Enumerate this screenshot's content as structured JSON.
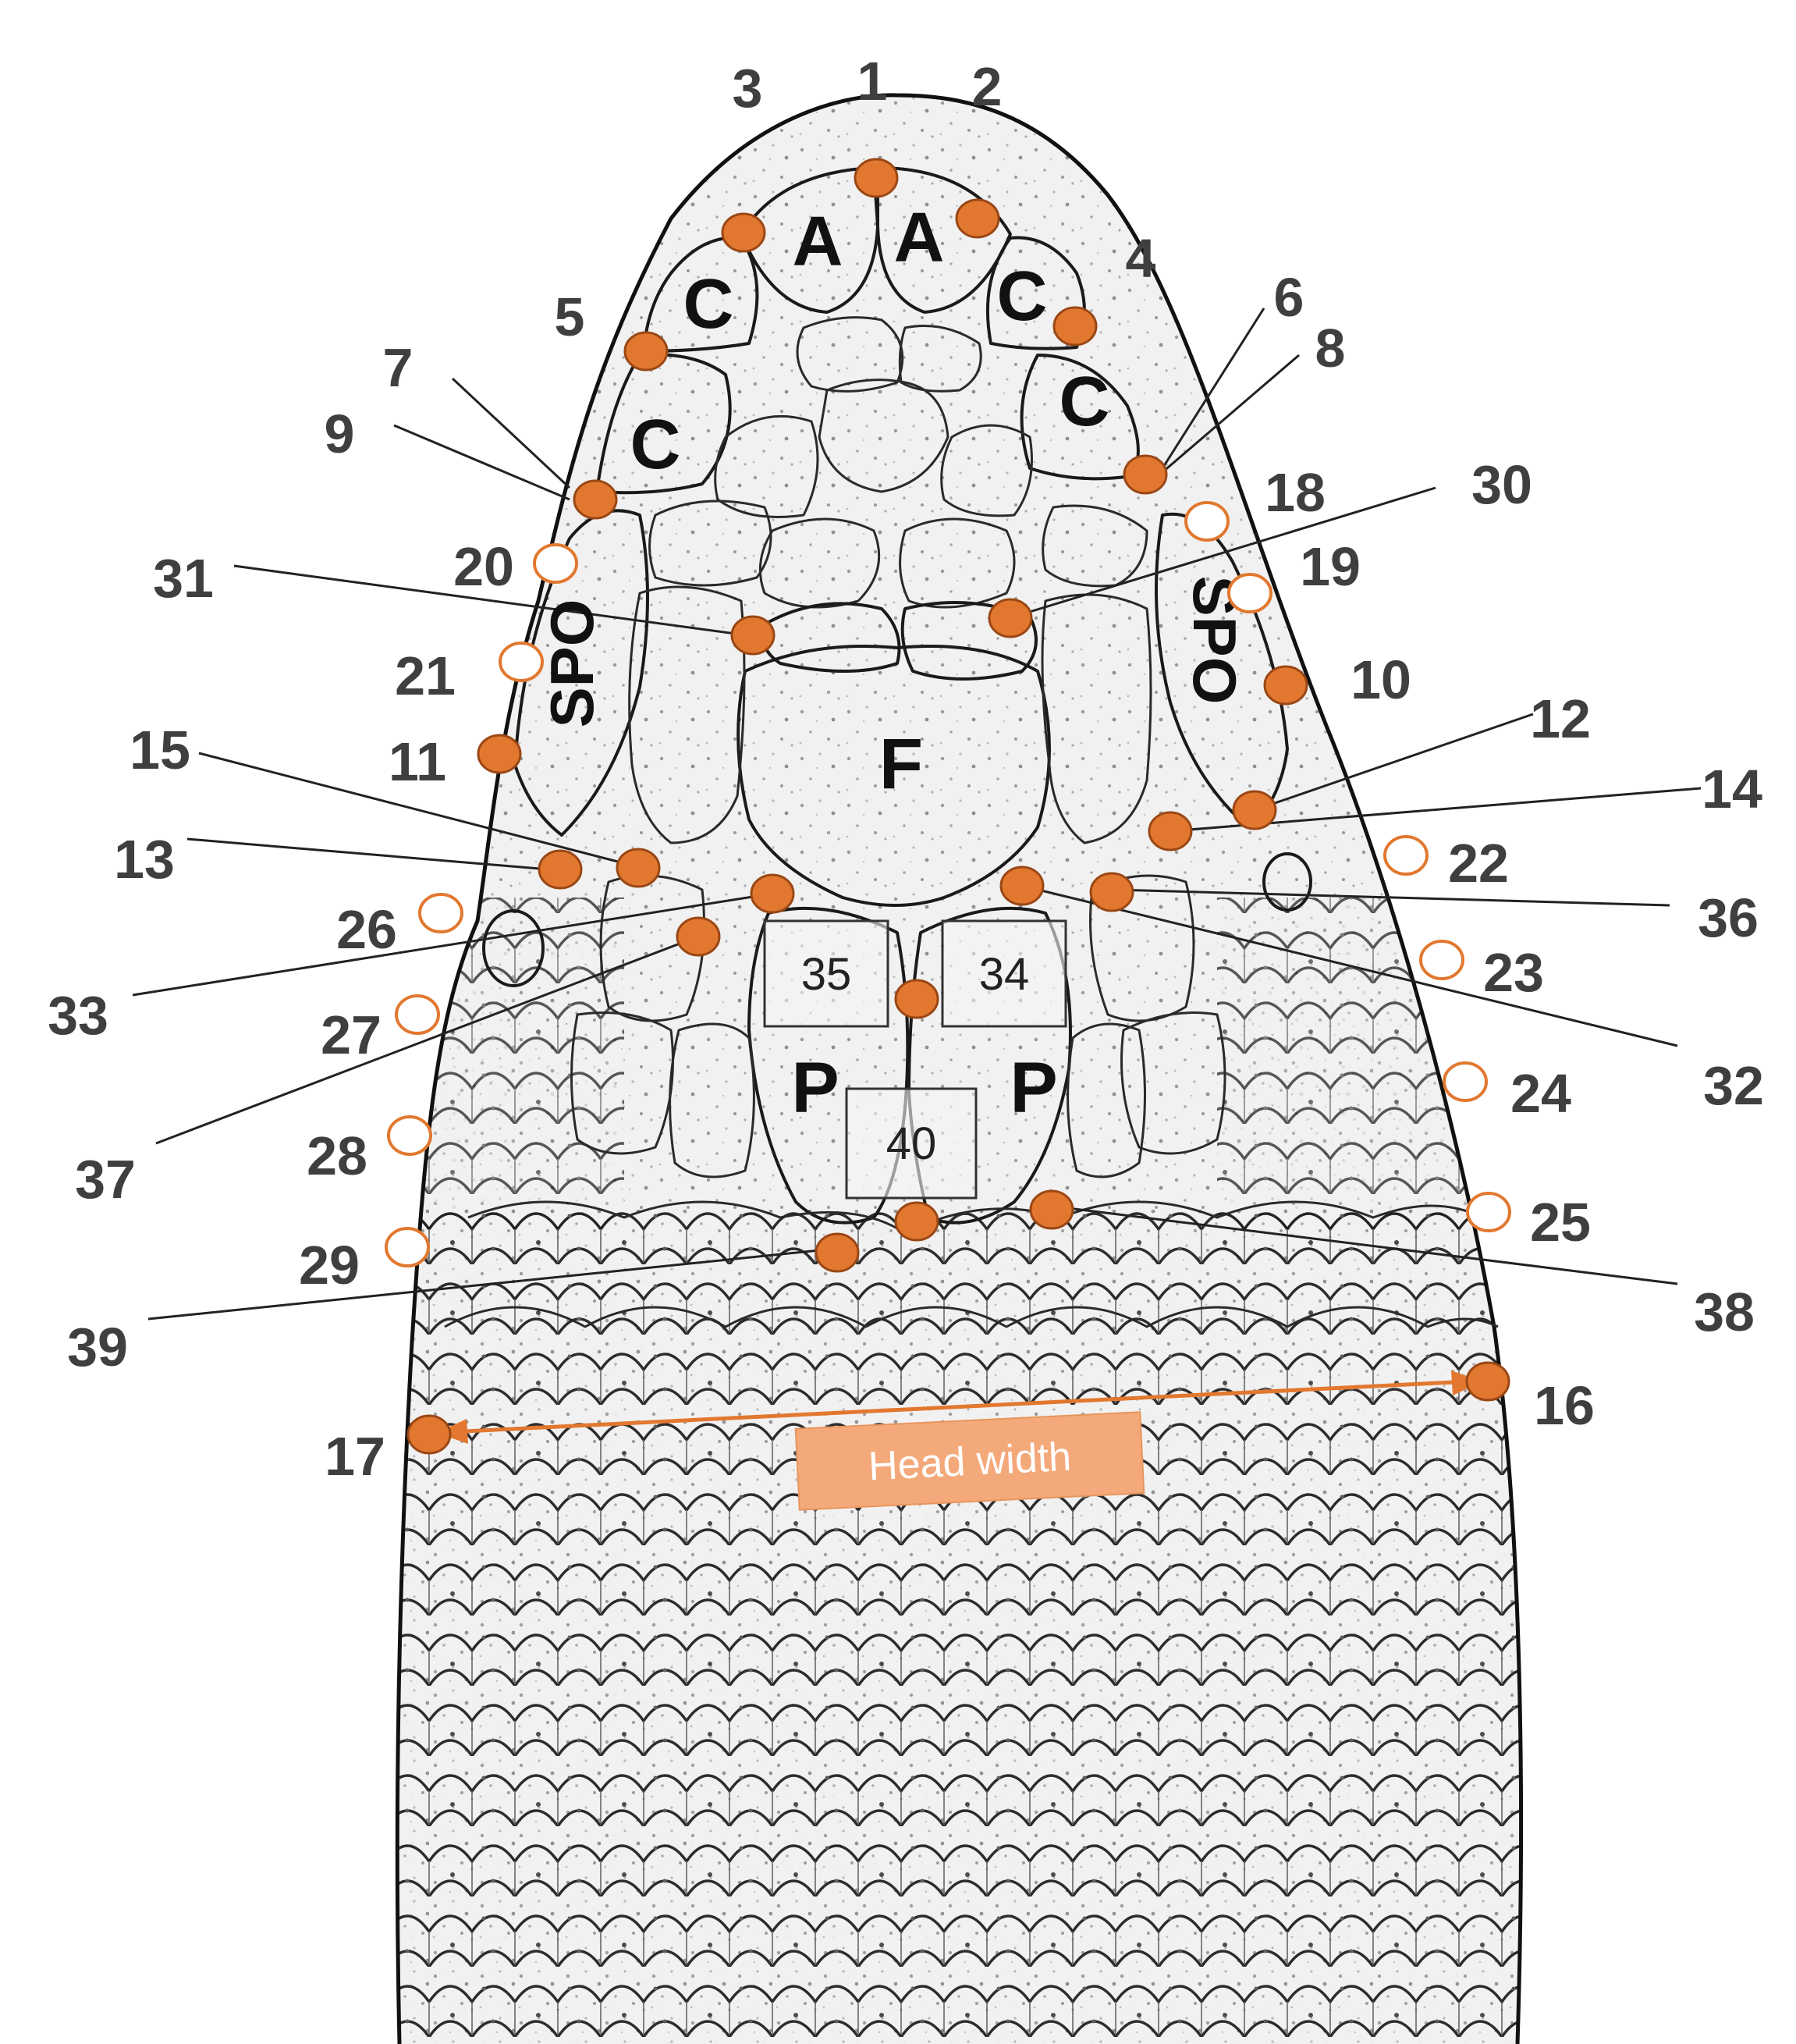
{
  "colors": {
    "filled_marker": "#E2782F",
    "marker_stroke": "#9A4715",
    "open_marker_stroke": "#E2782F",
    "head_width_bar": "#F4A97A",
    "label_text": "#3F3F3F"
  },
  "scale_labels": {
    "A_left": "A",
    "A_right": "A",
    "C_upper_left": "C",
    "C_upper_right": "C",
    "C_lower_left": "C",
    "C_lower_right": "C",
    "SPO_left": "SPO",
    "SPO_right": "SPO",
    "F": "F",
    "P_left": "P",
    "P_right": "P"
  },
  "landmarks": [
    {
      "id": "1",
      "label": "1",
      "type": "filled"
    },
    {
      "id": "2",
      "label": "2",
      "type": "filled"
    },
    {
      "id": "3",
      "label": "3",
      "type": "filled"
    },
    {
      "id": "4",
      "label": "4",
      "type": "filled"
    },
    {
      "id": "5",
      "label": "5",
      "type": "filled"
    },
    {
      "id": "6",
      "label": "6",
      "type": "filled"
    },
    {
      "id": "7",
      "label": "7",
      "type": "filled"
    },
    {
      "id": "8",
      "label": "8",
      "type": "filled"
    },
    {
      "id": "9",
      "label": "9",
      "type": "filled"
    },
    {
      "id": "10",
      "label": "10",
      "type": "filled"
    },
    {
      "id": "11",
      "label": "11",
      "type": "filled"
    },
    {
      "id": "12",
      "label": "12",
      "type": "filled"
    },
    {
      "id": "13",
      "label": "13",
      "type": "filled"
    },
    {
      "id": "14",
      "label": "14",
      "type": "filled"
    },
    {
      "id": "15",
      "label": "15",
      "type": "filled"
    },
    {
      "id": "16",
      "label": "16",
      "type": "filled"
    },
    {
      "id": "17",
      "label": "17",
      "type": "filled"
    },
    {
      "id": "18",
      "label": "18",
      "type": "open"
    },
    {
      "id": "19",
      "label": "19",
      "type": "open"
    },
    {
      "id": "20",
      "label": "20",
      "type": "open"
    },
    {
      "id": "21",
      "label": "21",
      "type": "open"
    },
    {
      "id": "22",
      "label": "22",
      "type": "open"
    },
    {
      "id": "23",
      "label": "23",
      "type": "open"
    },
    {
      "id": "24",
      "label": "24",
      "type": "open"
    },
    {
      "id": "25",
      "label": "25",
      "type": "open"
    },
    {
      "id": "26",
      "label": "26",
      "type": "open"
    },
    {
      "id": "27",
      "label": "27",
      "type": "open"
    },
    {
      "id": "28",
      "label": "28",
      "type": "open"
    },
    {
      "id": "29",
      "label": "29",
      "type": "open"
    },
    {
      "id": "30",
      "label": "30",
      "type": "filled"
    },
    {
      "id": "31",
      "label": "31",
      "type": "filled"
    },
    {
      "id": "32",
      "label": "32",
      "type": "filled"
    },
    {
      "id": "33",
      "label": "33",
      "type": "filled"
    },
    {
      "id": "34",
      "label": "34",
      "type": "filled"
    },
    {
      "id": "35",
      "label": "35",
      "type": "filled"
    },
    {
      "id": "36",
      "label": "36",
      "type": "filled"
    },
    {
      "id": "37",
      "label": "37",
      "type": "filled"
    },
    {
      "id": "38",
      "label": "38",
      "type": "filled"
    },
    {
      "id": "39",
      "label": "39",
      "type": "filled"
    },
    {
      "id": "40",
      "label": "40",
      "type": "filled"
    }
  ],
  "boxed_labels": {
    "box_35": "35",
    "box_34": "34",
    "box_40": "40"
  },
  "head_width": {
    "label": "Head width",
    "from_landmark": "17",
    "to_landmark": "16"
  }
}
